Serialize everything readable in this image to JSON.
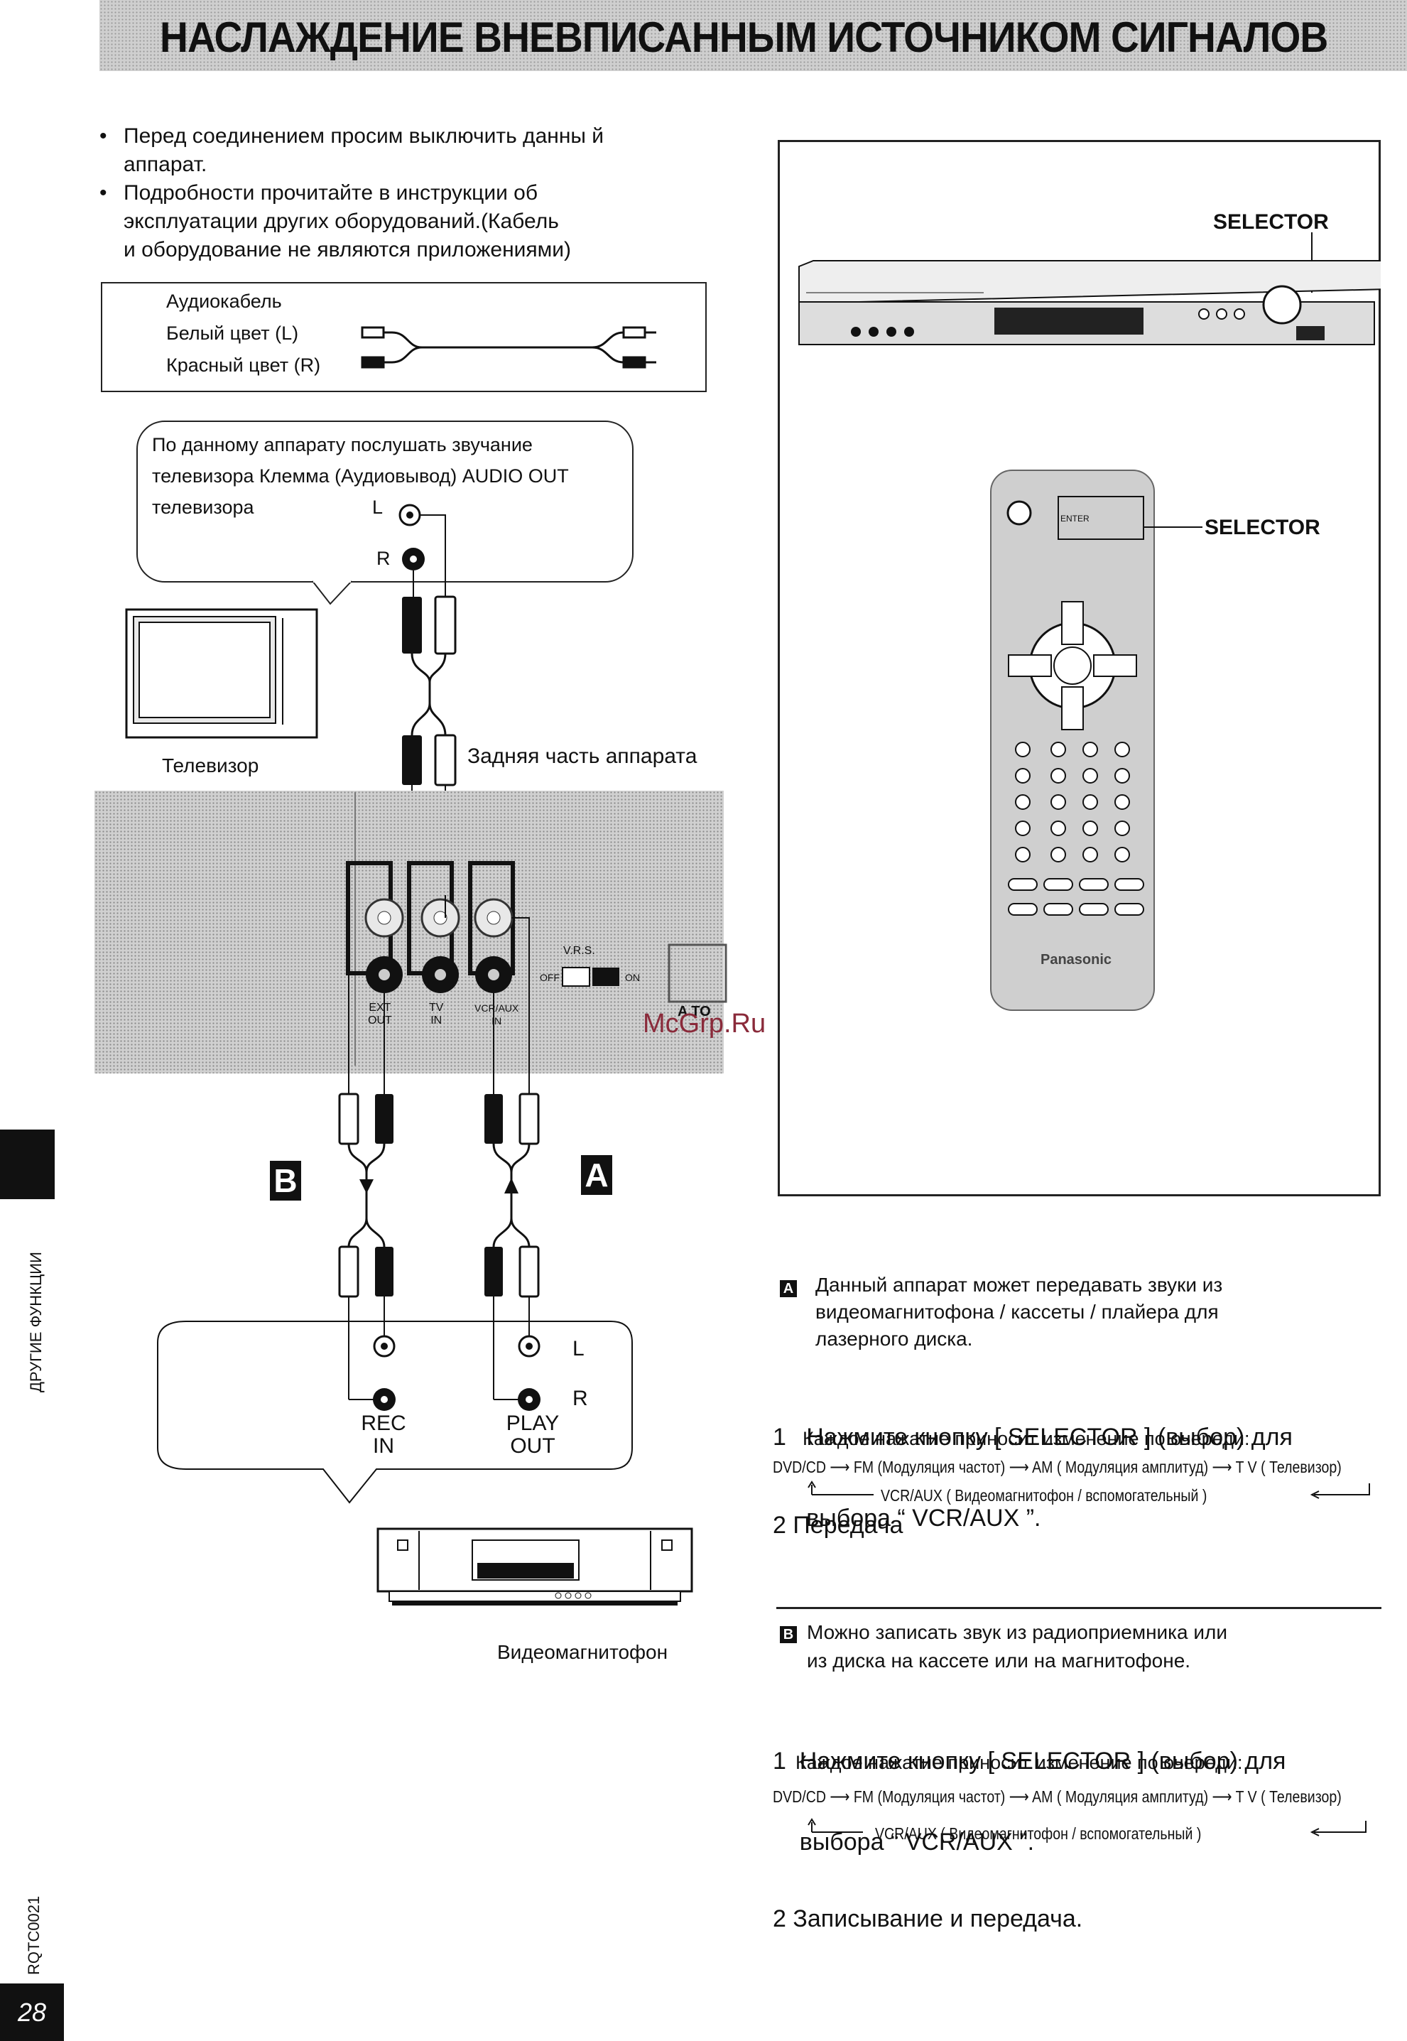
{
  "page": {
    "title": "НАСЛАЖДЕНИЕ ВНЕВПИСАННЫМ ИСТОЧНИКОМ СИГНАЛОВ",
    "bullets": [
      [
        "Перед соединением просим выключить данны й",
        "аппарат."
      ],
      [
        "Подробности прочитайте в инструкции об",
        "эксплуатации других оборудований.(Кабель",
        "и оборудование не являются приложениями)"
      ]
    ],
    "section_label": "ДРУГИЕ ФУНКЦИИ",
    "page_number": "28",
    "doc_code": "RQTC0021",
    "watermark": "McGrp.Ru"
  },
  "cable": {
    "title": "Аудиокабель",
    "white": "Белый цвет (L)",
    "red": "Красный цвет (R)"
  },
  "tv_bubble": {
    "line1": "По данному аппарату послушать звучание",
    "line2": "телевизора  Клемма (Аудиовывод)  AUDIO OUT",
    "line3": "телевизора",
    "L": "L",
    "R": "R"
  },
  "diagram": {
    "tv_label": "Телевизор",
    "rear_label": "Задняя часть аппарата",
    "vrs": "V.R.S.",
    "off": "OFF",
    "on": "ON",
    "jack_ext": [
      "EXT",
      "OUT"
    ],
    "jack_tv": [
      "TV",
      "IN"
    ],
    "jack_vcr": [
      "VCR/AUX",
      "IN"
    ],
    "a_to": "A TO",
    "badge_b": "B",
    "badge_a": "A",
    "vcr_L": "L",
    "vcr_R": "R",
    "rec_in": [
      "REC",
      "IN"
    ],
    "play_out": [
      "PLAY",
      "OUT"
    ],
    "vcr_label": "Видеомагнитофон"
  },
  "devices": {
    "selector_top": "SELECTOR",
    "selector_remote": "SELECTOR",
    "brand": "Panasonic",
    "enter": "ENTER"
  },
  "section_a": {
    "badge": "A",
    "desc": [
      "Данный аппарат может передавать звуки из",
      "видеомагнитофона / кассеты  / плайера для",
      "лазерного диска."
    ],
    "step1": [
      "1   Нажмите кнопку [ SELECTOR ] (выбор) для",
      "     выбора “ VCR/AUX ”."
    ],
    "note": "Каждое нажатие приносит изменение по очереди:",
    "seq1": "DVD/CD ⟶ FM (Модуляция частот)  ⟶ AM (  Модуляция амплитуд) ⟶ T V  ( Телевизор)",
    "seq2": "VCR/AUX ( Видеомагнитофон  / вспомогательный )",
    "step2": "2  Передача"
  },
  "section_b": {
    "badge": "B",
    "desc": [
      "Можно записать звук из радиоприемника или",
      "из диска на кассете или на магнитофоне."
    ],
    "step1": [
      "1  Нажмите кнопку [ SELECTOR ] (выбор) для",
      "    выбора “ VCR/AUX ”."
    ],
    "note": "Каждое нажатие приносит изменение по очереди:",
    "seq1": "DVD/CD ⟶ FM (Модуляция частот)  ⟶ AM (  Модуляция амплитуд) ⟶ T V  ( Телевизор)",
    "seq2": "VCR/AUX (  Видеомагнитофон  / вспомогательный  )",
    "step2": "2 Записывание и передача."
  }
}
